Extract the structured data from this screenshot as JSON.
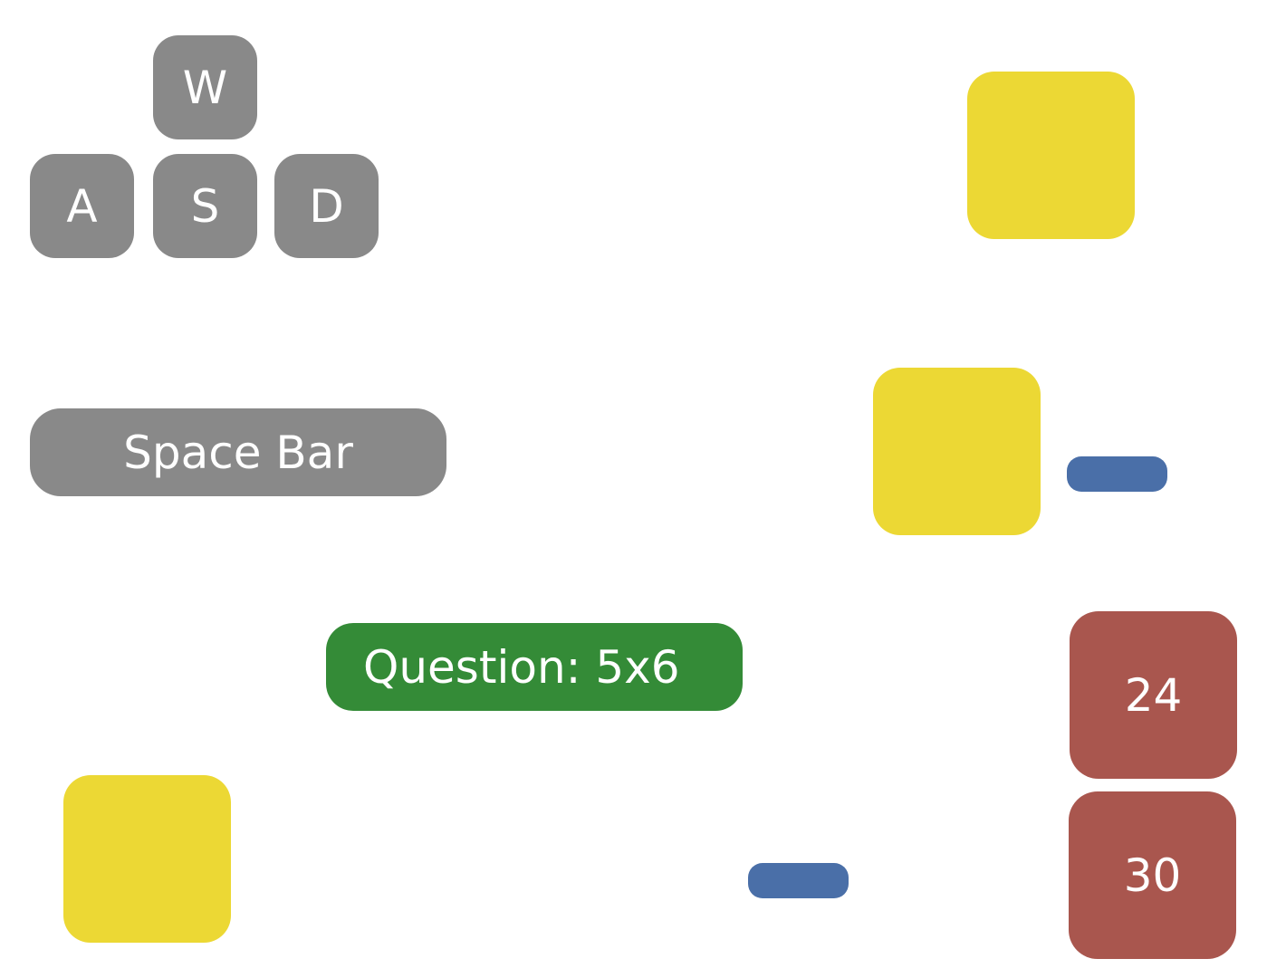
{
  "controls": {
    "up_key": "W",
    "left_key": "A",
    "down_key": "S",
    "right_key": "D",
    "action_key": "Space Bar"
  },
  "question": {
    "text": "Question: 5x6"
  },
  "answers": [
    {
      "value": "24"
    },
    {
      "value": "30"
    }
  ],
  "colors": {
    "key": "#898989",
    "question": "#348b37",
    "block": "#ecd834",
    "platform": "#4a6fa8",
    "answer": "#a9564e"
  }
}
